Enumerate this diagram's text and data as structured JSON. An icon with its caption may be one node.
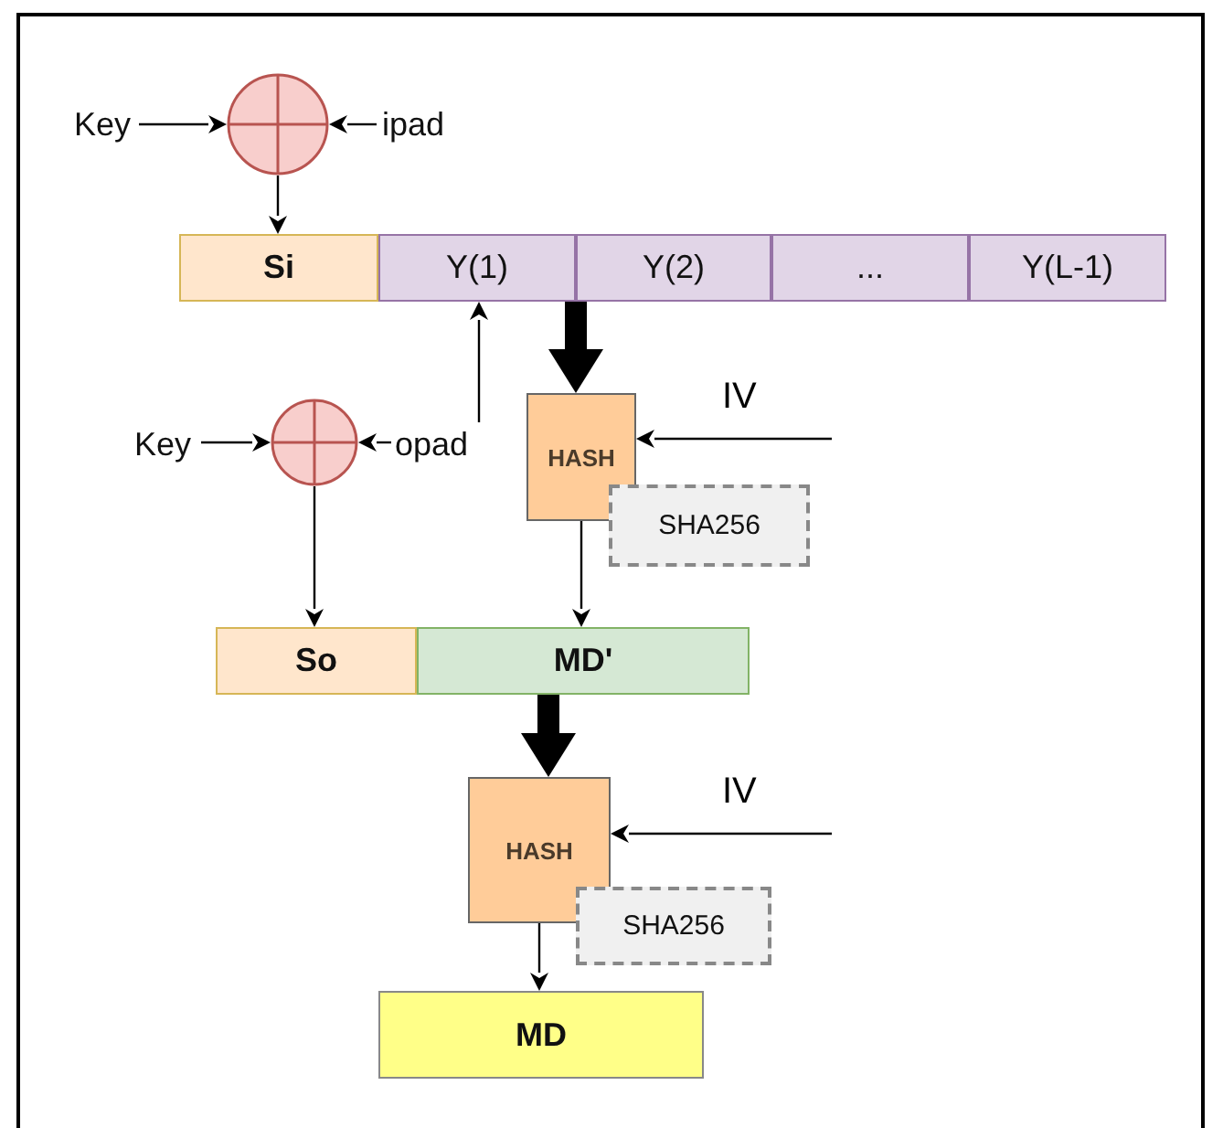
{
  "diagram": {
    "nodes": [
      {
        "text": [
          "Key"
        ]
      },
      {
        "text": [],
        "shape": "circle"
      },
      {
        "text": [
          "ipad"
        ]
      },
      {
        "text": [
          "Si"
        ]
      },
      {
        "text": [
          "Y(1)"
        ]
      },
      {
        "text": [
          "Y(2)"
        ]
      },
      {
        "text": [
          "..."
        ]
      },
      {
        "text": [
          "Y(L-1)"
        ]
      },
      {
        "text": [
          "HASH"
        ]
      },
      {
        "text": [
          "SHA256"
        ]
      },
      {
        "text": [
          "Key"
        ]
      },
      {
        "text": [],
        "shape": "circle"
      },
      {
        "text": [
          "opad"
        ]
      },
      {
        "text": [
          "So"
        ]
      },
      {
        "text": [
          "MD'"
        ]
      },
      {
        "text": [
          "HASH"
        ]
      },
      {
        "text": [
          "SHA256"
        ]
      },
      {
        "text": [
          "MD"
        ]
      }
    ],
    "edges": [
      {
        "from": 0,
        "to": 1,
        "arrow": "to"
      },
      {
        "from": 2,
        "to": 1,
        "arrow": "to"
      },
      {
        "from": 1,
        "to": 3,
        "arrow": "to"
      },
      {
        "from": 5,
        "to": 8,
        "arrow": "to",
        "style": "thick"
      },
      {
        "from": 12,
        "to": 4,
        "arrow": "to"
      },
      {
        "from": 10,
        "to": 11,
        "arrow": "to"
      },
      {
        "from": 12,
        "to": 11,
        "arrow": "to"
      },
      {
        "from": 11,
        "to": 13,
        "arrow": "to"
      },
      {
        "from": 8,
        "to": 14,
        "arrow": "to"
      },
      {
        "from": null,
        "to": 8,
        "arrow": "to",
        "label": "IV"
      },
      {
        "from": 14,
        "to": 15,
        "arrow": "to",
        "style": "thick"
      },
      {
        "from": null,
        "to": 15,
        "arrow": "to",
        "label": "IV"
      },
      {
        "from": 15,
        "to": 17,
        "arrow": "to"
      }
    ]
  }
}
